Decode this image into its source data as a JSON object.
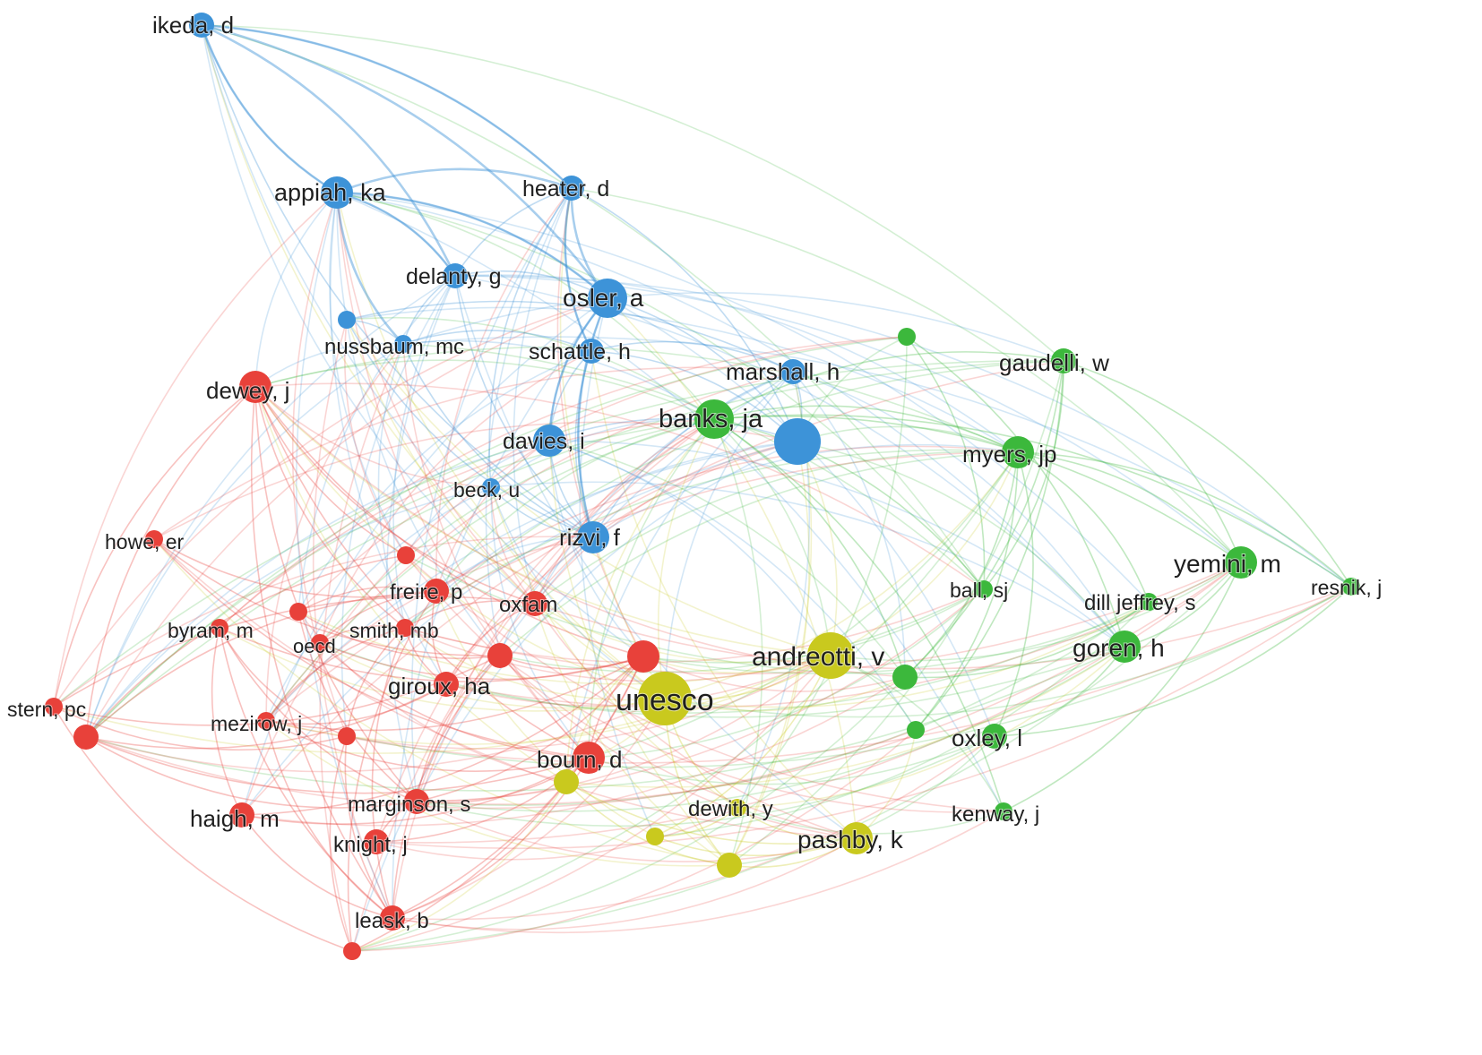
{
  "diagram": {
    "type": "co-citation-network",
    "clusters": [
      {
        "id": "red",
        "color": "#e8413a"
      },
      {
        "id": "green",
        "color": "#3cb83c"
      },
      {
        "id": "blue",
        "color": "#3d93d8"
      },
      {
        "id": "yellow",
        "color": "#c9c91e"
      }
    ],
    "nodes": [
      {
        "id": "ikeda",
        "label": "ikeda, d",
        "cluster": "blue",
        "weight": 2
      },
      {
        "id": "appiah",
        "label": "appiah, ka",
        "cluster": "blue",
        "weight": 3
      },
      {
        "id": "heater",
        "label": "heater, d",
        "cluster": "blue",
        "weight": 2
      },
      {
        "id": "delanty",
        "label": "delanty, g",
        "cluster": "blue",
        "weight": 2
      },
      {
        "id": "osler",
        "label": "osler, a",
        "cluster": "blue",
        "weight": 4
      },
      {
        "id": "blue_small",
        "label": "",
        "cluster": "blue",
        "weight": 1
      },
      {
        "id": "nussbaum",
        "label": "nussbaum, mc",
        "cluster": "blue",
        "weight": 1
      },
      {
        "id": "schattle",
        "label": "schattle, h",
        "cluster": "blue",
        "weight": 2
      },
      {
        "id": "marshall",
        "label": "marshall, h",
        "cluster": "blue",
        "weight": 2
      },
      {
        "id": "blue_big",
        "label": "",
        "cluster": "blue",
        "weight": 5
      },
      {
        "id": "davies",
        "label": "davies, i",
        "cluster": "blue",
        "weight": 3
      },
      {
        "id": "beck",
        "label": "beck, u",
        "cluster": "blue",
        "weight": 1
      },
      {
        "id": "rizvi",
        "label": "rizvi, f",
        "cluster": "blue",
        "weight": 3
      },
      {
        "id": "banks",
        "label": "banks, ja",
        "cluster": "green",
        "weight": 4
      },
      {
        "id": "green_top",
        "label": "",
        "cluster": "green",
        "weight": 1
      },
      {
        "id": "gaudelli",
        "label": "gaudelli, w",
        "cluster": "green",
        "weight": 2
      },
      {
        "id": "myers",
        "label": "myers, jp",
        "cluster": "green",
        "weight": 3
      },
      {
        "id": "yemini",
        "label": "yemini, m",
        "cluster": "green",
        "weight": 3
      },
      {
        "id": "resnik",
        "label": "resnik, j",
        "cluster": "green",
        "weight": 1
      },
      {
        "id": "ball",
        "label": "ball, sj",
        "cluster": "green",
        "weight": 1
      },
      {
        "id": "dill",
        "label": "dill jeffrey, s",
        "cluster": "green",
        "weight": 1
      },
      {
        "id": "goren",
        "label": "goren, h",
        "cluster": "green",
        "weight": 3
      },
      {
        "id": "green_mid",
        "label": "",
        "cluster": "green",
        "weight": 2
      },
      {
        "id": "green_low",
        "label": "",
        "cluster": "green",
        "weight": 1
      },
      {
        "id": "oxley",
        "label": "oxley, l",
        "cluster": "green",
        "weight": 2
      },
      {
        "id": "kenway",
        "label": "kenway, j",
        "cluster": "green",
        "weight": 1
      },
      {
        "id": "andreotti",
        "label": "andreotti, v",
        "cluster": "yellow",
        "weight": 5
      },
      {
        "id": "unesco",
        "label": "unesco",
        "cluster": "yellow",
        "weight": 6
      },
      {
        "id": "yellow_left",
        "label": "",
        "cluster": "yellow",
        "weight": 2
      },
      {
        "id": "dewith",
        "label": "dewith, y",
        "cluster": "yellow",
        "weight": 1
      },
      {
        "id": "yellow_small",
        "label": "",
        "cluster": "yellow",
        "weight": 1
      },
      {
        "id": "yellow_bottom",
        "label": "",
        "cluster": "yellow",
        "weight": 2
      },
      {
        "id": "pashby",
        "label": "pashby, k",
        "cluster": "yellow",
        "weight": 3
      },
      {
        "id": "dewey",
        "label": "dewey, j",
        "cluster": "red",
        "weight": 3
      },
      {
        "id": "howe",
        "label": "howe, er",
        "cluster": "red",
        "weight": 1
      },
      {
        "id": "red_a",
        "label": "",
        "cluster": "red",
        "weight": 1
      },
      {
        "id": "freire",
        "label": "freire, p",
        "cluster": "red",
        "weight": 2
      },
      {
        "id": "oxfam",
        "label": "oxfam",
        "cluster": "red",
        "weight": 2
      },
      {
        "id": "red_b",
        "label": "",
        "cluster": "red",
        "weight": 1
      },
      {
        "id": "byram",
        "label": "byram, m",
        "cluster": "red",
        "weight": 1
      },
      {
        "id": "oecd",
        "label": "oecd",
        "cluster": "red",
        "weight": 1
      },
      {
        "id": "smith",
        "label": "smith, mb",
        "cluster": "red",
        "weight": 1
      },
      {
        "id": "red_c",
        "label": "",
        "cluster": "red",
        "weight": 2
      },
      {
        "id": "red_d",
        "label": "",
        "cluster": "red",
        "weight": 3
      },
      {
        "id": "giroux",
        "label": "giroux, ha",
        "cluster": "red",
        "weight": 2
      },
      {
        "id": "stern",
        "label": "stern, pc",
        "cluster": "red",
        "weight": 1
      },
      {
        "id": "red_e",
        "label": "",
        "cluster": "red",
        "weight": 2
      },
      {
        "id": "mezirow",
        "label": "mezirow, j",
        "cluster": "red",
        "weight": 1
      },
      {
        "id": "red_f",
        "label": "",
        "cluster": "red",
        "weight": 1
      },
      {
        "id": "bourn",
        "label": "bourn, d",
        "cluster": "red",
        "weight": 3
      },
      {
        "id": "marginson",
        "label": "marginson, s",
        "cluster": "red",
        "weight": 2
      },
      {
        "id": "haigh",
        "label": "haigh, m",
        "cluster": "red",
        "weight": 2
      },
      {
        "id": "knight",
        "label": "knight, j",
        "cluster": "red",
        "weight": 2
      },
      {
        "id": "leask",
        "label": "leask, b",
        "cluster": "red",
        "weight": 2
      },
      {
        "id": "red_g",
        "label": "",
        "cluster": "red",
        "weight": 1
      }
    ],
    "hub_edges": [
      [
        "ikeda",
        "appiah"
      ],
      [
        "ikeda",
        "heater"
      ],
      [
        "ikeda",
        "osler"
      ],
      [
        "ikeda",
        "delanty"
      ],
      [
        "appiah",
        "heater"
      ],
      [
        "appiah",
        "osler"
      ],
      [
        "appiah",
        "delanty"
      ],
      [
        "appiah",
        "nussbaum"
      ],
      [
        "heater",
        "osler"
      ],
      [
        "heater",
        "schattle"
      ],
      [
        "osler",
        "davies"
      ],
      [
        "osler",
        "rizvi"
      ]
    ]
  }
}
